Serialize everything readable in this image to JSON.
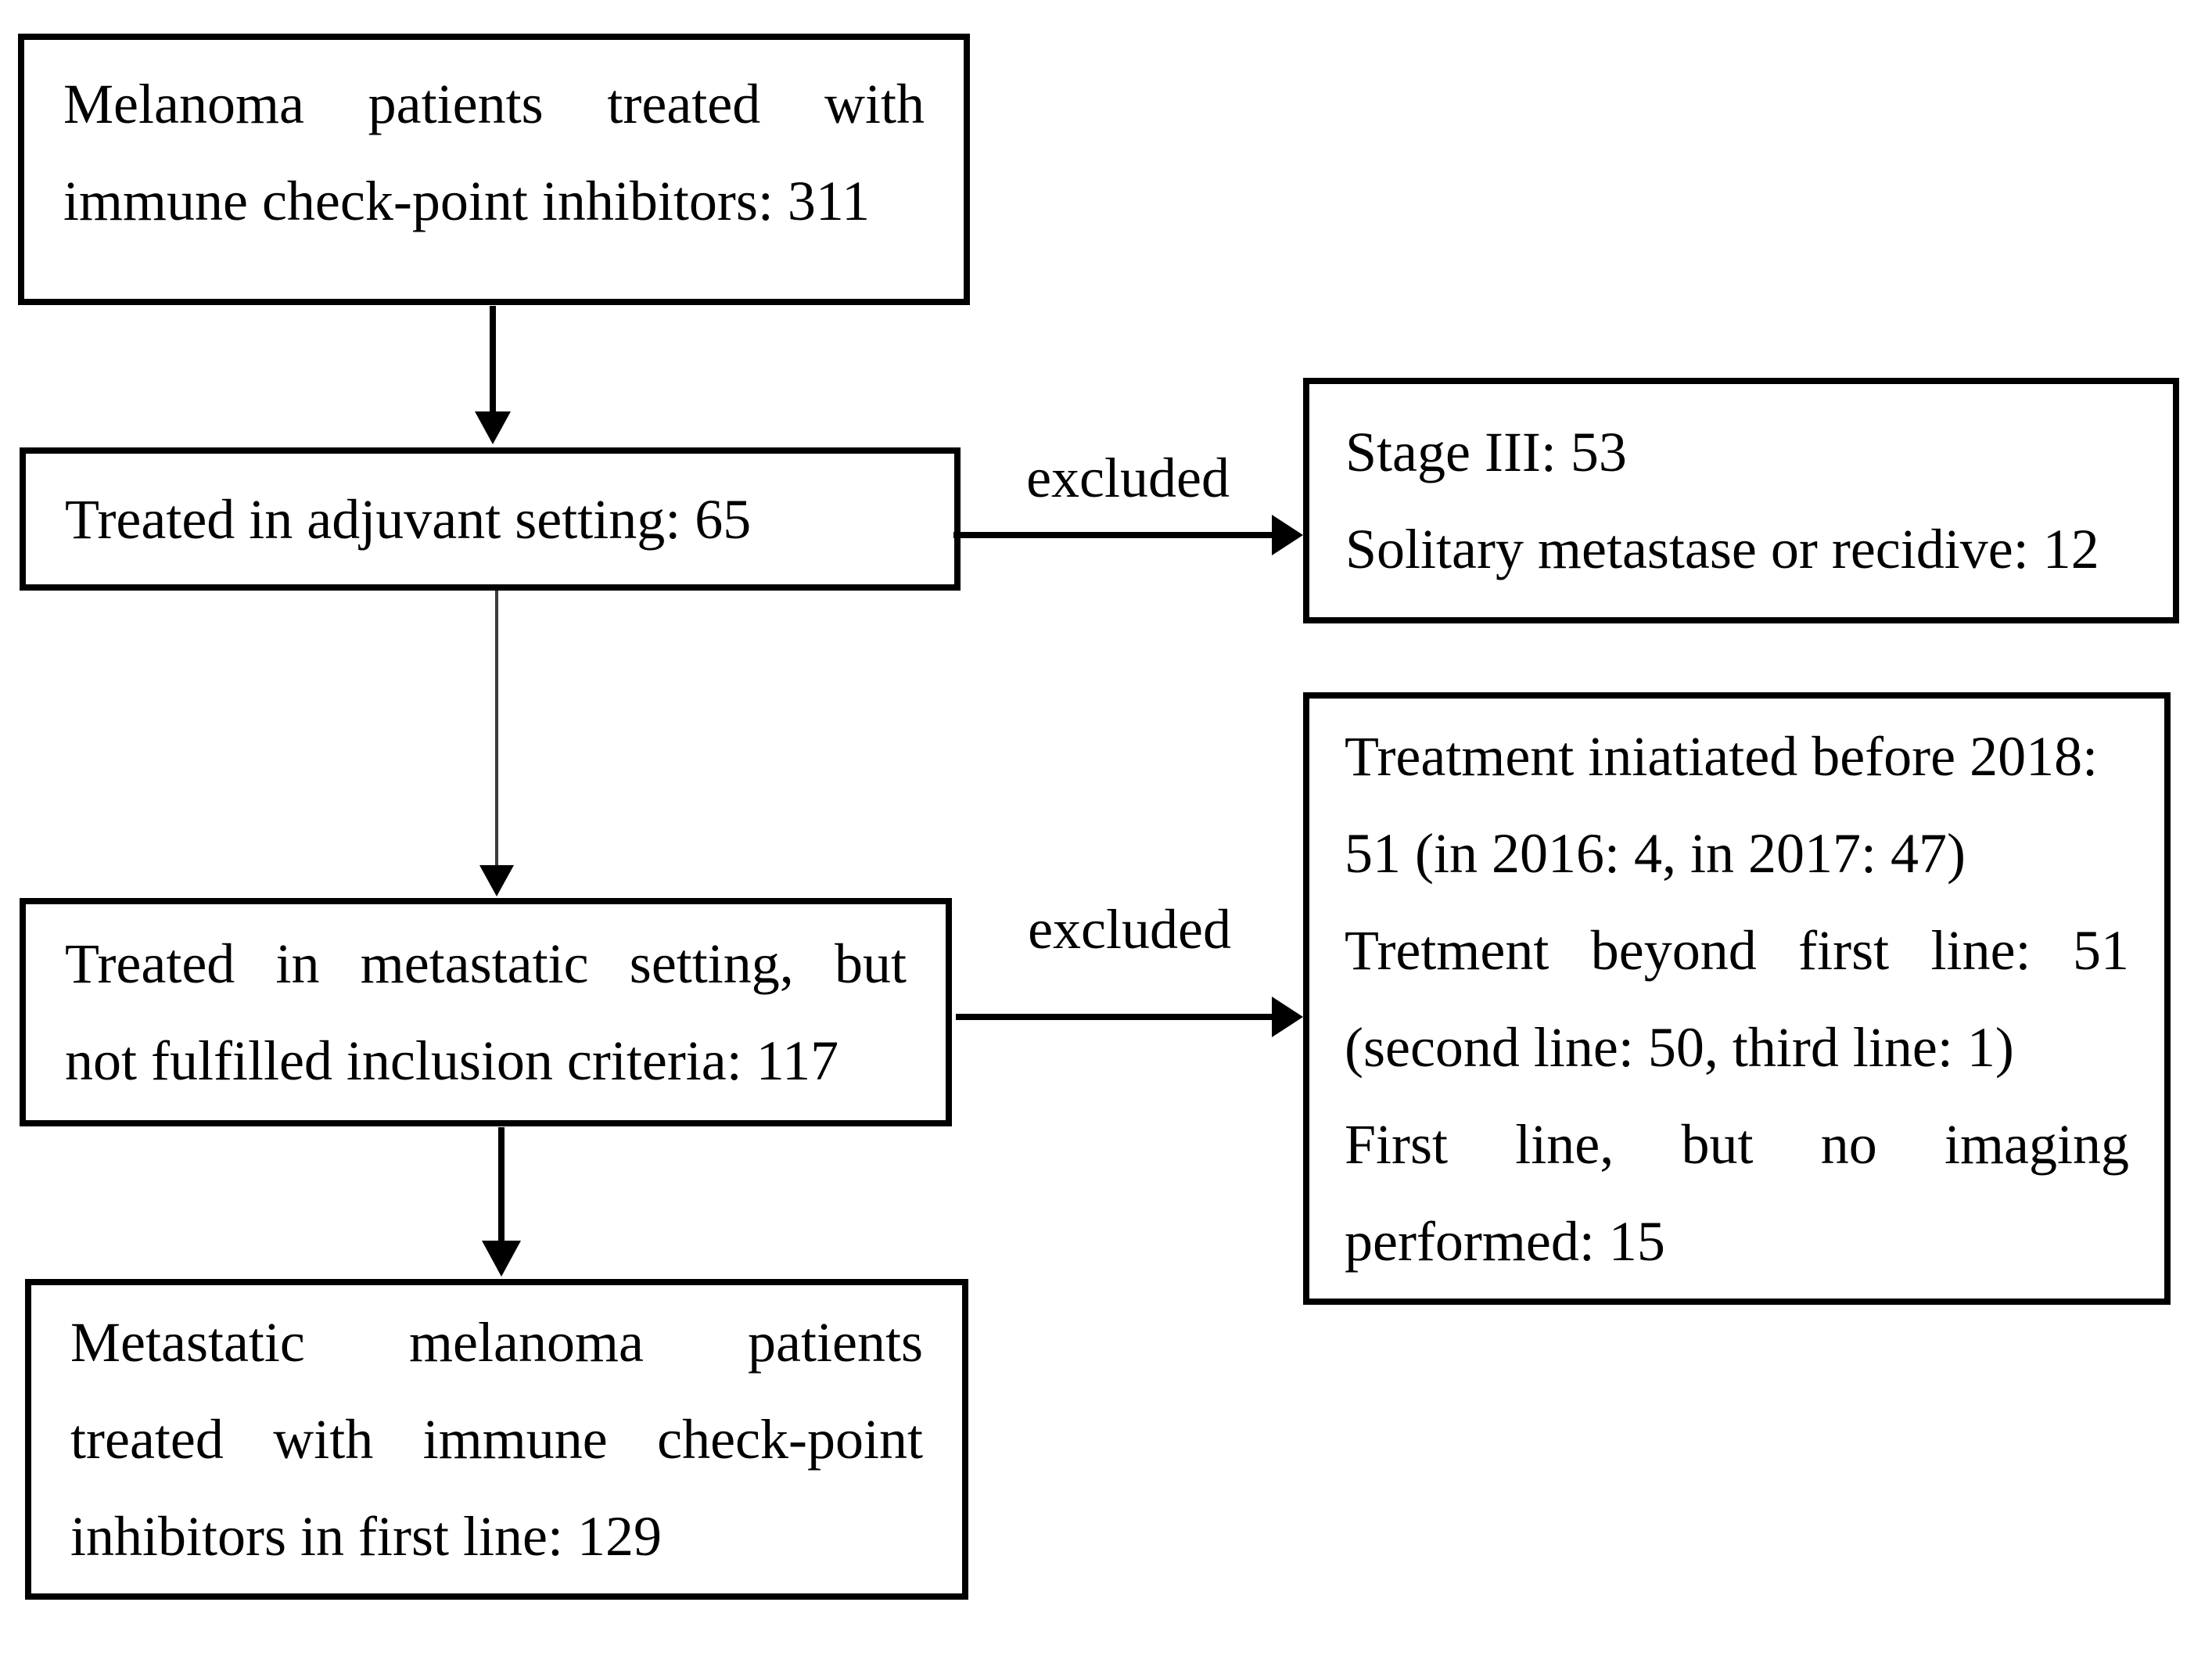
{
  "diagram": {
    "title": "Melanoma immune check-point inhibitor patient flow",
    "colors": {
      "line": "#000000",
      "text": "#000000",
      "background": "#ffffff"
    },
    "boxes": {
      "total": {
        "lines": [
          "Melanoma patients treated with",
          "immune check-point inhibitors: 311"
        ],
        "count": 311
      },
      "adjuvant": {
        "lines": [
          "Treated in adjuvant setting: 65"
        ],
        "count": 65
      },
      "metastatic_not_fulfilled": {
        "lines": [
          "Treated in metastatic setting, but",
          "not fulfilled inclusion criteria: 117"
        ],
        "count": 117
      },
      "final": {
        "lines": [
          "Metastatic melanoma patients",
          "treated with immune check-point",
          "inhibitors in first line: 129"
        ],
        "count": 129
      },
      "excluded_adjuvant": {
        "lines": [
          "Stage III: 53",
          "Solitary metastase or recidive: 12"
        ]
      },
      "excluded_metastatic": {
        "lines": [
          "Treatment iniatiated before 2018:",
          "51 (in 2016: 4, in 2017: 47)",
          "Tretment beyond first line: 51",
          "(second line: 50, third line: 1)",
          "First line, but no imaging",
          "performed: 15"
        ]
      }
    },
    "labels": {
      "excluded_top": "excluded",
      "excluded_bottom": "excluded"
    }
  }
}
